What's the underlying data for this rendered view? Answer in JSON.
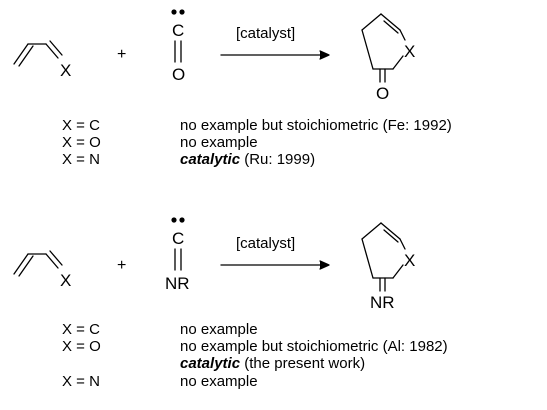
{
  "labels": {
    "hetero_atom": "X",
    "carbon": "C",
    "oxygen": "O",
    "imine": "NR",
    "plus": "+",
    "catalyst": "[catalyst]"
  },
  "table1": [
    {
      "x": "X = C",
      "catalytic": "",
      "rest": "no example but stoichiometric (Fe: 1992)"
    },
    {
      "x": "X = O",
      "catalytic": "",
      "rest": "no example"
    },
    {
      "x": "X = N",
      "catalytic": "catalytic",
      "rest": " (Ru: 1999)"
    }
  ],
  "table2": [
    {
      "x": "X = C",
      "catalytic": "",
      "rest": "no example"
    },
    {
      "x": "X = O",
      "catalytic": "",
      "rest": "no example but stoichiometric (Al: 1982)"
    },
    {
      "x": "",
      "catalytic": "catalytic",
      "rest": " (the present work)"
    },
    {
      "x": "X = N",
      "catalytic": "",
      "rest": "no example"
    }
  ]
}
